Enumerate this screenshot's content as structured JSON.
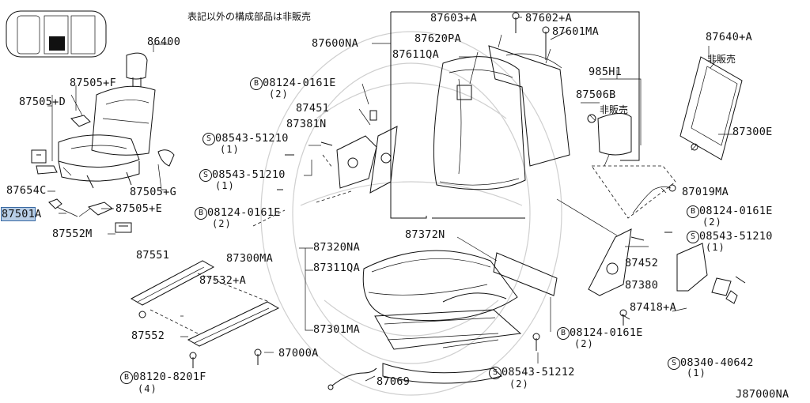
{
  "diagram_code": "J87000NA",
  "note": "表記以外の構成部品は非販売",
  "hidden_text": {
    "a": "非販売",
    "b": "非販売"
  },
  "highlight_color": "#b7cde6",
  "parts": {
    "p86400": "86400",
    "p87505F": "87505+F",
    "p87505D": "87505+D",
    "p87654C": "87654C",
    "p87501A_hl": "87501",
    "p87501A_rest": "A",
    "p87505E": "87505+E",
    "p87552M": "87552M",
    "p87505G": "87505+G",
    "p87600NA": "87600NA",
    "p87603A": "87603+A",
    "p87602A": "87602+A",
    "p87620PA": "87620PA",
    "p87601MA": "87601MA",
    "p87611QA": "87611QA",
    "p985H1": "985H1",
    "p87506B": "87506B",
    "p87640A": "87640+A",
    "p87300E": "87300E",
    "p87451": "87451",
    "p87381N": "87381N",
    "b1": "08124-0161E",
    "b1q": "(2)",
    "s1": "08543-51210",
    "s1q": "(1)",
    "s2": "08543-51210",
    "s2q": "(1)",
    "b2": "08124-0161E",
    "b2q": "(2)",
    "p87019MA": "87019MA",
    "b3": "08124-0161E",
    "b3q": "(2)",
    "s3": "08543-51210",
    "s3q": "(1)",
    "p87452": "87452",
    "p87380": "87380",
    "p87418A": "87418+A",
    "b4": "08124-0161E",
    "b4q": "(2)",
    "s4": "08340-40642",
    "s4q": "(1)",
    "p87551": "87551",
    "p87532A": "87532+A",
    "p87552": "87552",
    "p87300MA": "87300MA",
    "p87320NA": "87320NA",
    "p87311QA": "87311QA",
    "p87301MA": "87301MA",
    "p87372N": "87372N",
    "p87000A": "87000A",
    "b5": "08120-8201F",
    "b5q": "(4)",
    "p87069": "87069",
    "s5": "08543-51212",
    "s5q": "(2)"
  },
  "symbols": {
    "bolt": "B",
    "screw": "S"
  }
}
